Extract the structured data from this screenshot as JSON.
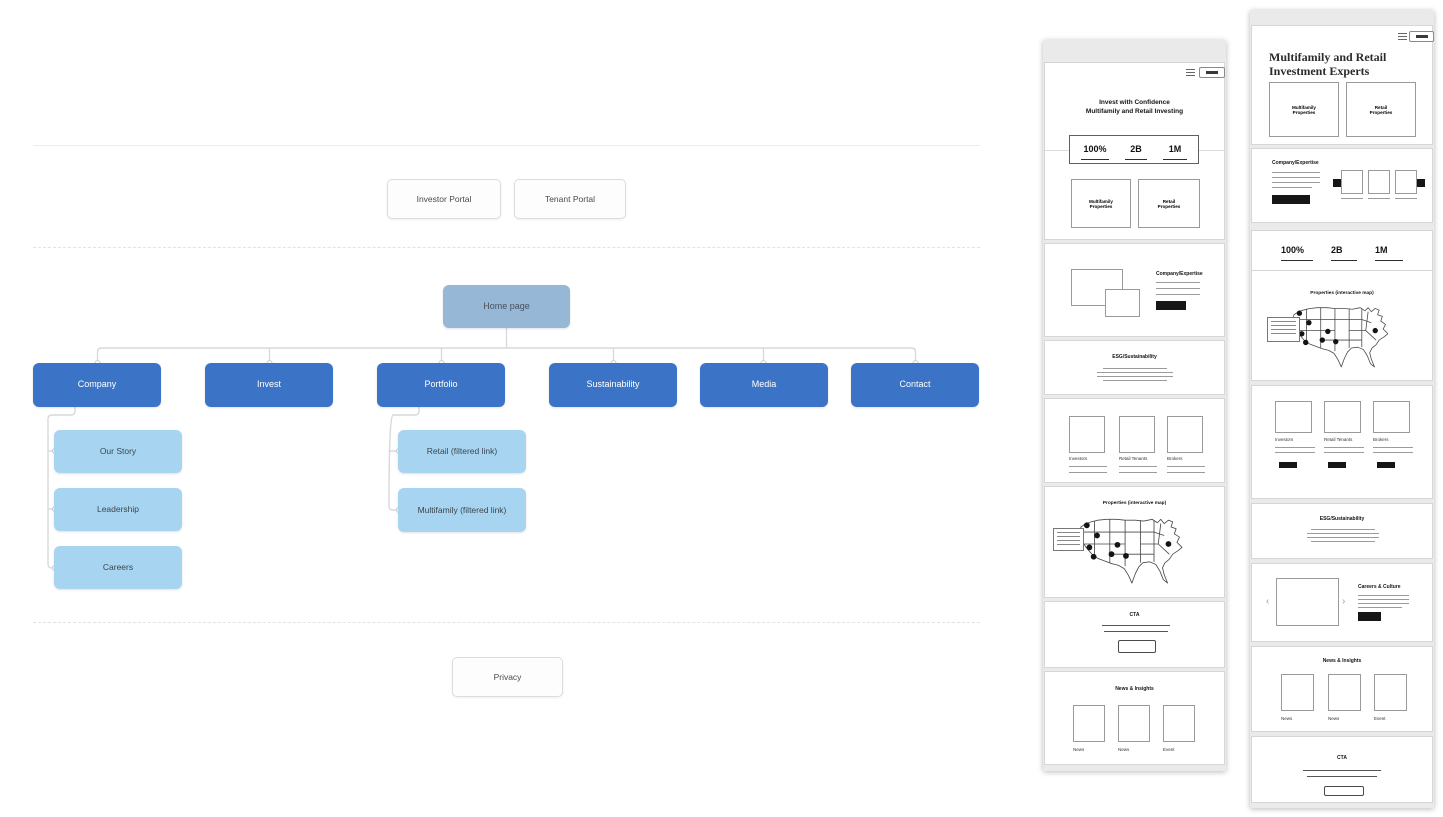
{
  "sitemap": {
    "portals": [
      "Investor Portal",
      "Tenant Portal"
    ],
    "home": "Home page",
    "nav": [
      "Company",
      "Invest",
      "Portfolio",
      "Sustainability",
      "Media",
      "Contact"
    ],
    "company_children": [
      "Our Story",
      "Leadership",
      "Careers"
    ],
    "portfolio_children": [
      "Retail (filtered link)",
      "Multifamily (filtered link)"
    ],
    "footer": "Privacy",
    "colors": {
      "primary_node": "#3b74c6",
      "secondary_node": "#a6d4f1",
      "home_node": "#97b7d7",
      "connector": "#d9d9d9"
    }
  },
  "wireframe_mobile": {
    "hero": {
      "line1": "Invest with Confidence",
      "line2": "Multifamily and Retail Investing"
    },
    "stats": [
      "100%",
      "2B",
      "1M"
    ],
    "properties": [
      "Multifamily Properties",
      "Retail Properties"
    ],
    "company_section": {
      "title": "Company/Expertise"
    },
    "esg": {
      "title": "ESG/Sustainability"
    },
    "personas": [
      "Investors",
      "Retail Tenants",
      "Brokers"
    ],
    "map": {
      "title": "Properties (interactive map)"
    },
    "cta": {
      "title": "CTA"
    },
    "news": {
      "title": "News & Insights",
      "cards": [
        "News",
        "News",
        "Event"
      ]
    }
  },
  "wireframe_desktop": {
    "hero": {
      "line1": "Multifamily and Retail",
      "line2": "Investment Experts"
    },
    "properties": [
      "Multifamily Properties",
      "Retail Properties"
    ],
    "company_section": {
      "title": "Company/Expertise"
    },
    "stats": [
      "100%",
      "2B",
      "1M"
    ],
    "map": {
      "title": "Properties (interactive map)"
    },
    "personas": [
      "Investors",
      "Retail Tenants",
      "Brokers"
    ],
    "esg": {
      "title": "ESG/Sustainability"
    },
    "careers": {
      "title": "Careers & Culture"
    },
    "news": {
      "title": "News & Insights",
      "cards": [
        "News",
        "News",
        "Event"
      ]
    },
    "cta": {
      "title": "CTA"
    }
  }
}
